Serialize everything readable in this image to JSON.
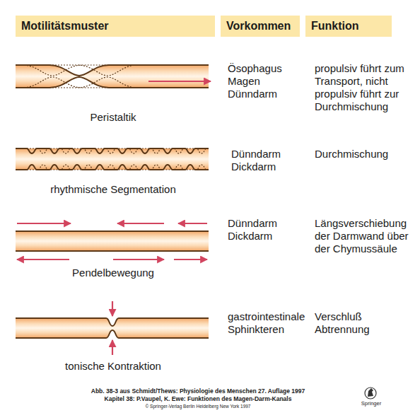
{
  "diagram": {
    "nodes": [
      {
        "text": [
          "Motilitätsmuster"
        ]
      },
      {
        "text": [
          "Vorkommen"
        ]
      },
      {
        "text": [
          "Funktion"
        ]
      }
    ],
    "labels": [
      "Peristaltik",
      "Ösophagus Magen Dünndarm",
      "propulsiv führt zum Transport, nicht propulsiv führt zur Durchmischung",
      "rhythmische Segmentation",
      "Dünndarm Dickdarm",
      "Durchmischung",
      "Pendelbewegung",
      "Dünndarm Dickdarm",
      "Längsverschiebung der Darmwand über der Chymussäule",
      "tonische Kontraktion",
      "gastrointestinale Sphinkteren",
      "Verschluß Abtrennung",
      "Abb. 38-3 aus Schmidt/Thews: Physiologie des Menschen 27. Auflage 1997",
      "Kapitel 38: P.Vaupel, K. Ewe: Funktionen des Magen-Darm-Kanals",
      "© Springer-Verlag Berlin Heidelberg New York 1997",
      "Springer"
    ]
  }
}
